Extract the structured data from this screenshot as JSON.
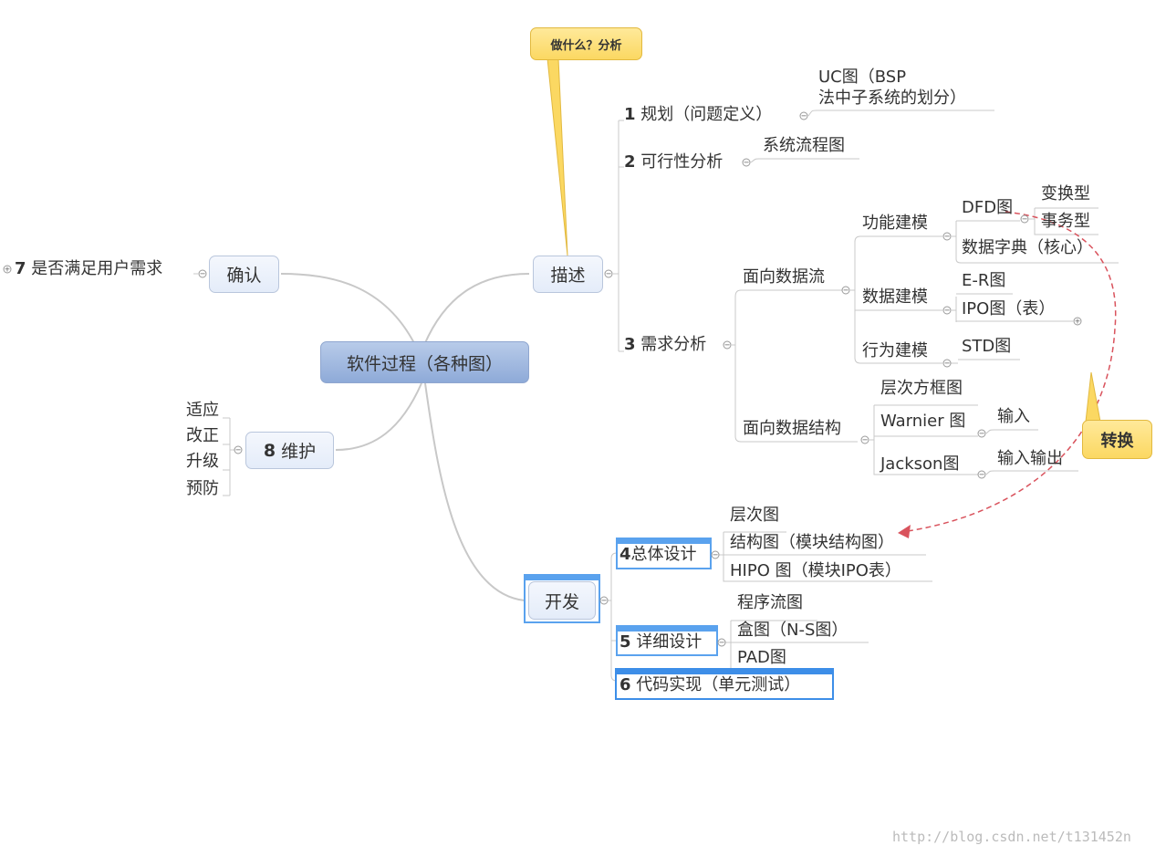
{
  "root": "软件过程（各种图）",
  "callouts": {
    "analysis": "做什么？分析",
    "transform": "转换"
  },
  "branches": {
    "describe": {
      "label": "描述",
      "items": [
        {
          "num": "1",
          "label": "规划（问题定义）",
          "children": [
            "UC图（BSP",
            "法中子系统的划分）"
          ]
        },
        {
          "num": "2",
          "label": "可行性分析",
          "children": [
            "系统流程图"
          ]
        },
        {
          "num": "3",
          "label": "需求分析"
        }
      ],
      "dataflow": {
        "label": "面向数据流",
        "func": {
          "label": "功能建模",
          "dfd": "DFD图",
          "dfd_children": [
            "变换型",
            "事务型"
          ],
          "dict": "数据字典（核心）"
        },
        "data": {
          "label": "数据建模",
          "children": [
            "E-R图",
            "IPO图（表）"
          ]
        },
        "behavior": {
          "label": "行为建模",
          "children": [
            "STD图"
          ]
        }
      },
      "datastruct": {
        "label": "面向数据结构",
        "children": [
          "层次方框图",
          "Warnier 图",
          "Jackson图"
        ],
        "warnier_child": "输入",
        "jackson_child": "输入输出"
      }
    },
    "confirm": {
      "label": "确认",
      "item_num": "7",
      "item": "是否满足用户需求"
    },
    "maintain": {
      "num": "8",
      "label": "维护",
      "children": [
        "适应",
        "改正",
        "升级",
        "预防"
      ]
    },
    "develop": {
      "label": "开发",
      "overall": {
        "num": "4",
        "label": "总体设计",
        "children": [
          "层次图",
          "结构图（模块结构图）",
          "HIPO 图（模块IPO表）"
        ]
      },
      "detail": {
        "num": "5",
        "label": "详细设计",
        "children": [
          "程序流图",
          "盒图（N-S图）",
          "PAD图"
        ]
      },
      "code": {
        "num": "6",
        "label": "代码实现（单元测试）"
      }
    }
  },
  "watermark": "http://blog.csdn.net/t131452n"
}
